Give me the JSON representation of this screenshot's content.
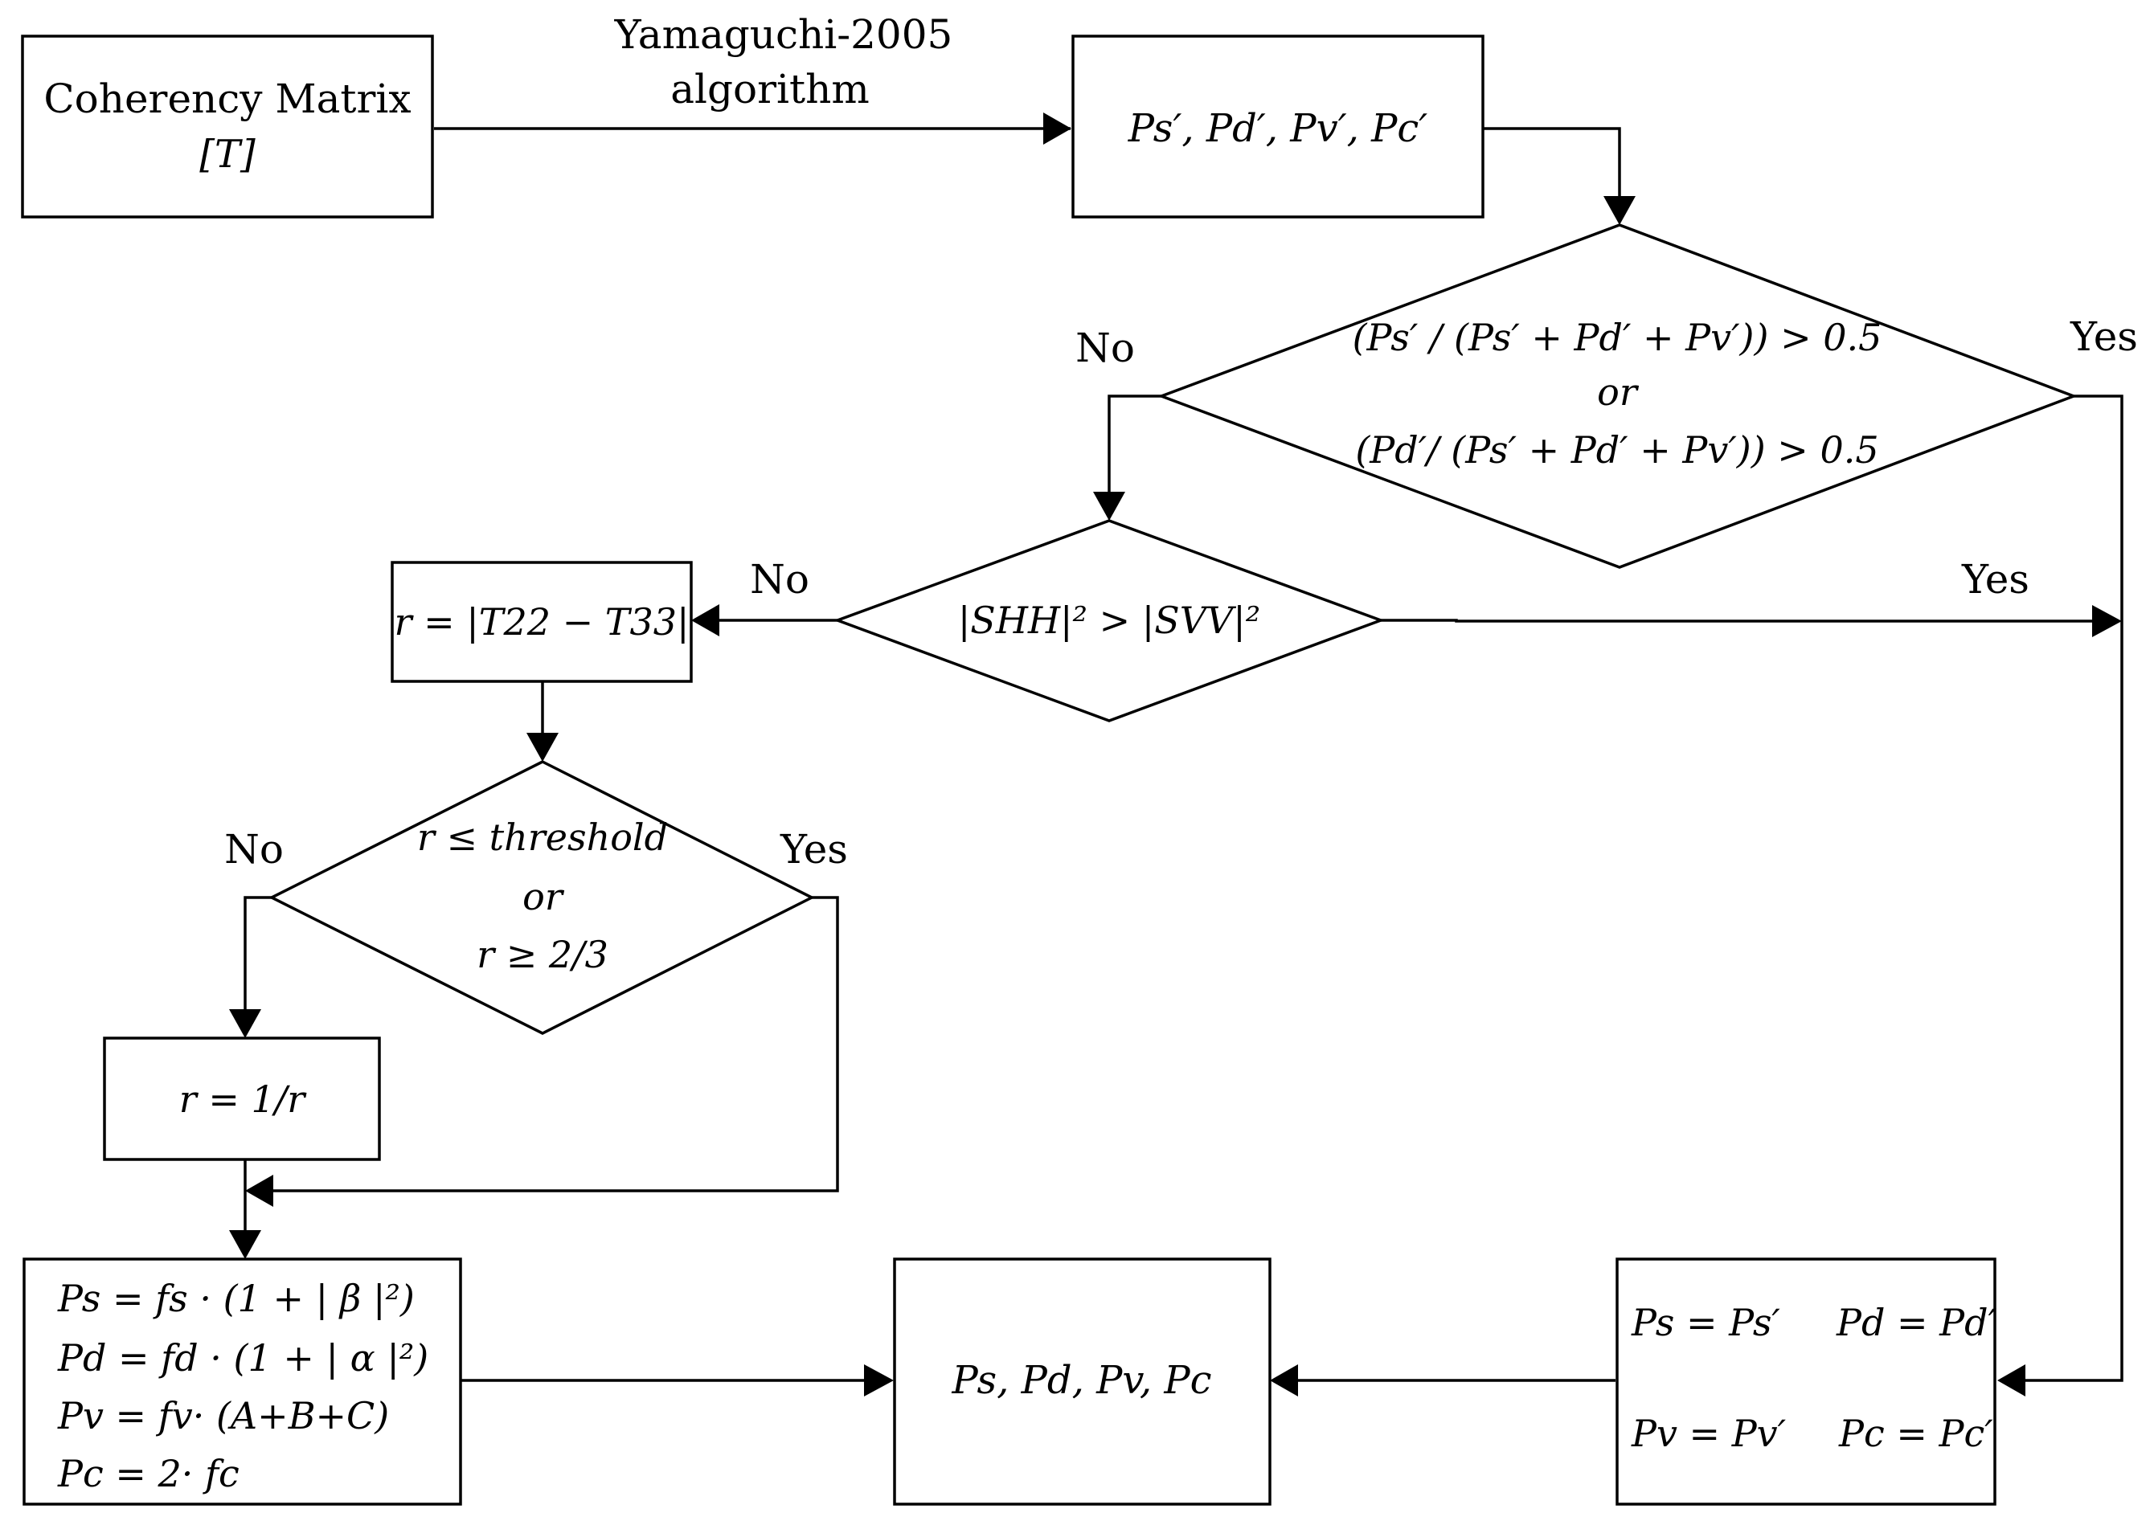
{
  "nodes": {
    "coherency": {
      "line1": "Coherency Matrix",
      "line2": "[T]"
    },
    "yamaguchi_label": {
      "line1": "Yamaguchi-2005",
      "line2": "algorithm"
    },
    "initial_powers": "Ps′, Pd′, Pv′, Pc′",
    "decision_ratio": {
      "line1": "(Ps′ / (Ps′ + Pd′ + Pv′)) > 0.5",
      "line2": "or",
      "line3": "(Pd′/ (Ps′ + Pd′ + Pv′)) > 0.5"
    },
    "decision_scatter": "|SHH|² > |SVV|²",
    "r_compute": "r = |T22 − T33|",
    "decision_threshold": {
      "line1": "r ≤  threshold",
      "line2": "or",
      "line3": "r ≥  2/3"
    },
    "r_invert": "r = 1/r",
    "modified_powers": [
      "Ps = fs ·  (1 + | β |²)",
      "Pd = fd ·  (1 + |  α |²)",
      "Pv = fv· (A+B+C)",
      "Pc = 2· fc"
    ],
    "final_powers": "Ps, Pd, Pv, Pc",
    "passthrough": {
      "row1_left": "Ps = Ps′",
      "row1_right": "Pd = Pd′",
      "row2_left": "Pv = Pv′",
      "row2_right": "Pc = Pc′"
    }
  },
  "edge_labels": {
    "ratio_no": "No",
    "ratio_yes": "Yes",
    "scatter_no": "No",
    "scatter_yes": "Yes",
    "threshold_no": "No",
    "threshold_yes": "Yes"
  }
}
